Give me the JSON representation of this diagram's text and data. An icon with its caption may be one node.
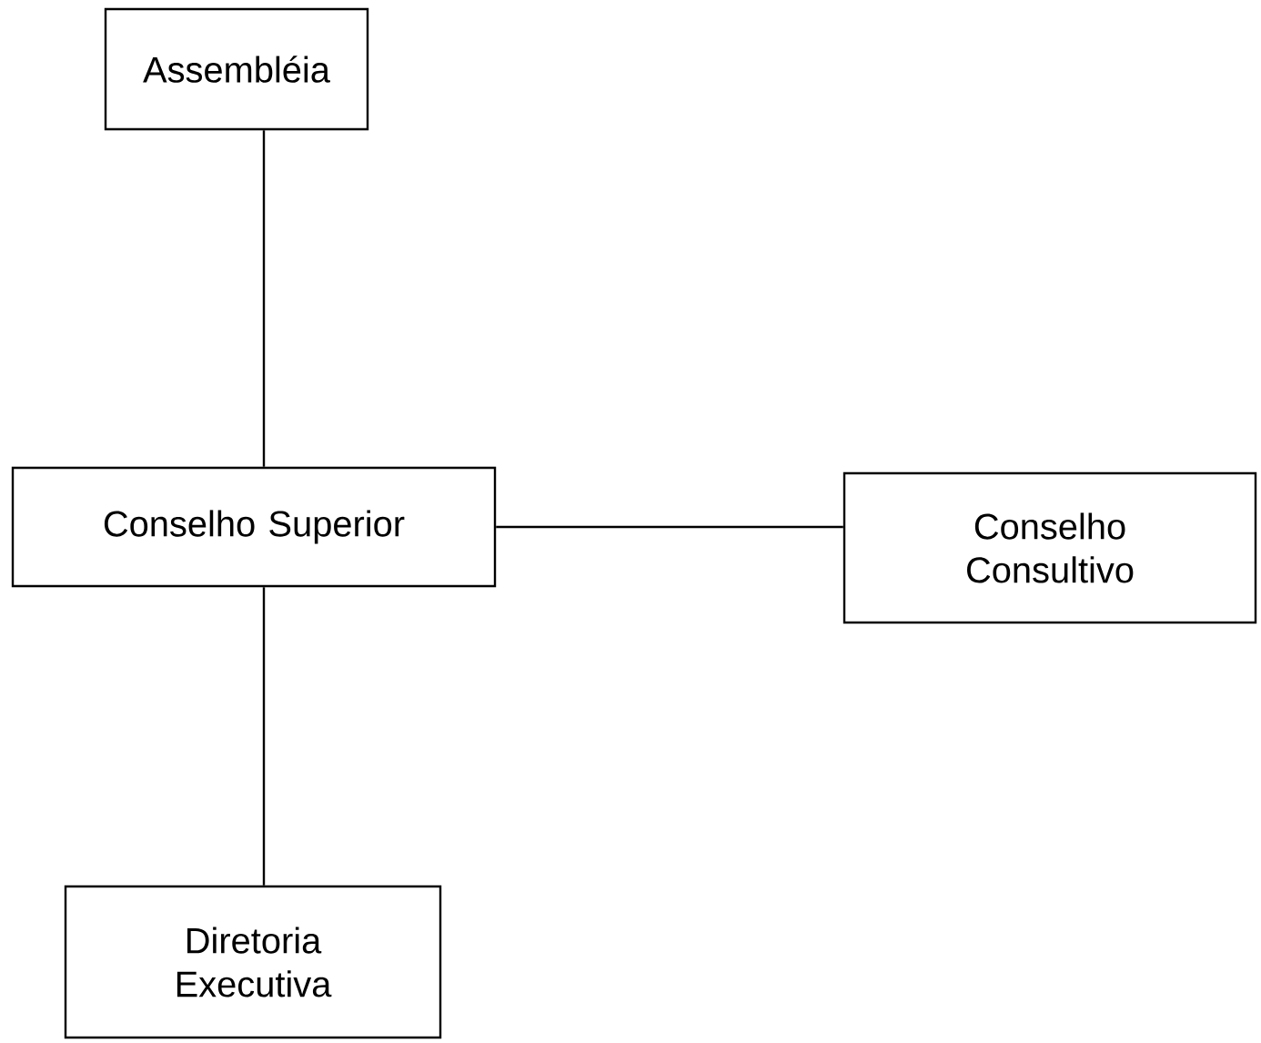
{
  "diagram": {
    "nodes": [
      {
        "text": [
          "Assembléia"
        ]
      },
      {
        "text": [
          "Conselho Superior"
        ]
      },
      {
        "text": [
          "Conselho Consultivo"
        ]
      },
      {
        "text": [
          "Diretoria Executiva"
        ]
      }
    ],
    "edges": [
      {
        "from": 0,
        "to": 1,
        "arrow": "none"
      },
      {
        "from": 1,
        "to": 2,
        "arrow": "none"
      },
      {
        "from": 1,
        "to": 3,
        "arrow": "none"
      }
    ]
  }
}
